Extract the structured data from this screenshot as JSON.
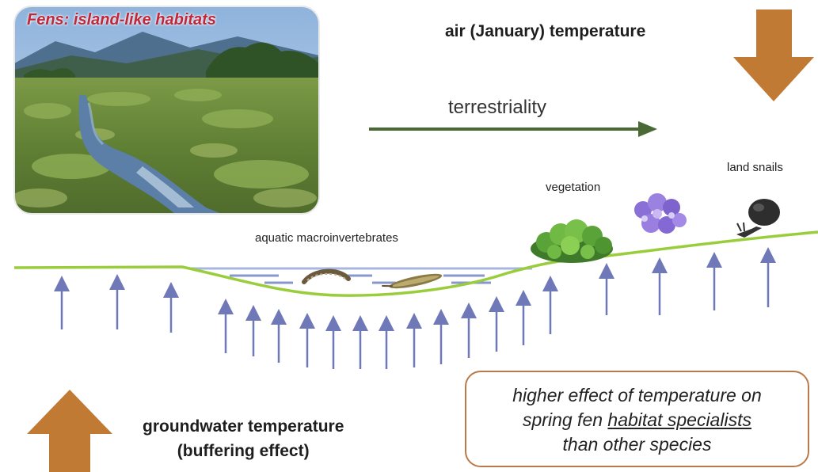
{
  "photo": {
    "title": "Fens: island-like habitats"
  },
  "labels": {
    "air_temperature": "air (January) temperature",
    "terrestriality": "terrestriality",
    "land_snails": "land snails",
    "vegetation": "vegetation",
    "aquatic": "aquatic macroinvertebrates",
    "groundwater_line1": "groundwater temperature",
    "groundwater_line2": "(buffering effect)"
  },
  "callout": {
    "line1": "higher effect of temperature on",
    "line2_prefix": "spring fen ",
    "line2_underlined": "habitat specialists",
    "line3": "than other species"
  },
  "colors": {
    "big_arrow": "#c07a34",
    "terrestriality_arrow": "#4a6a35",
    "ground_line": "#9acd3c",
    "water_line": "#8898cc",
    "groundwater_arrows": "#6f79b8",
    "callout_border": "#b87a4a",
    "photo_title": "#c0273a"
  },
  "icons": [
    "photo-fen-landscape",
    "caddisfly-larva-icon",
    "aquatic-larva-icon",
    "moss-clump-icon",
    "purple-flowers-icon",
    "land-snail-icon"
  ]
}
